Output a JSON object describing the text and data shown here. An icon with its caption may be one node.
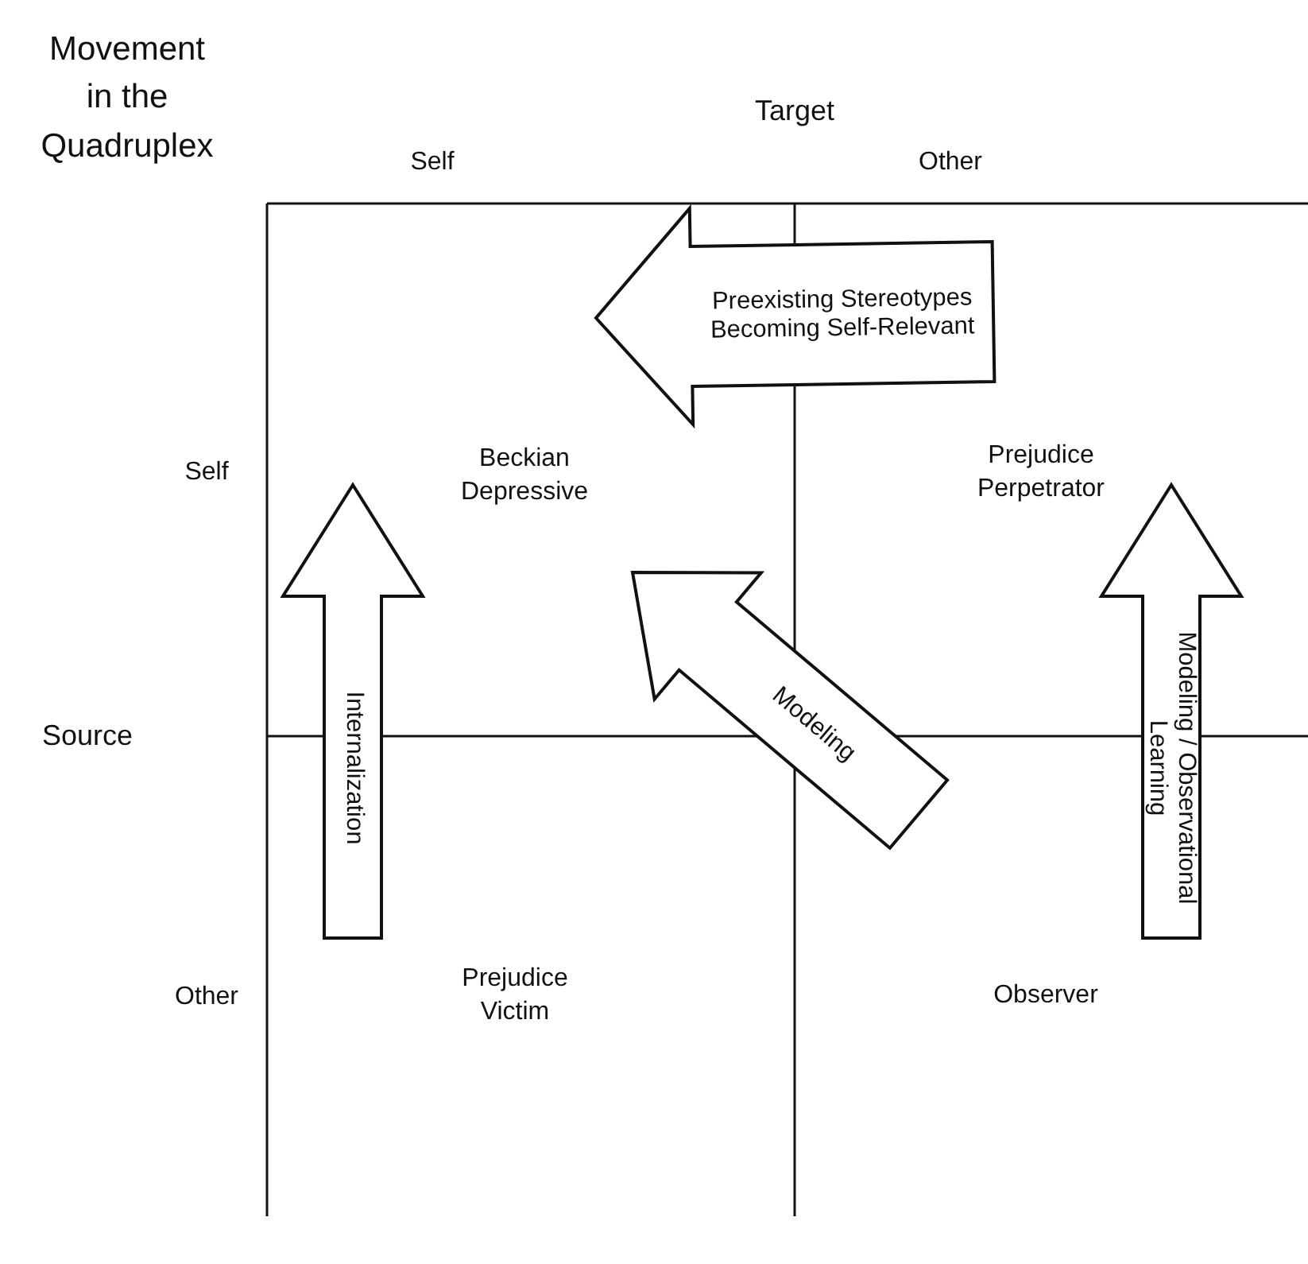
{
  "diagram": {
    "title": "Movement in the Quadruplex",
    "nodes": [
      {
        "text": [
          "Beckian Depressive"
        ]
      },
      {
        "text": [
          "Prejudice Perpetrator"
        ]
      },
      {
        "text": [
          "Prejudice Victim"
        ]
      },
      {
        "text": [
          "Observer"
        ]
      }
    ],
    "edges": [
      {
        "from": 1,
        "to": 0,
        "arrow": "to",
        "style": "thick",
        "label": "Preexisting Stereotypes Becoming Self-Relevant"
      },
      {
        "from": 2,
        "to": 0,
        "arrow": "to",
        "style": "thick",
        "label": "Internalization"
      },
      {
        "from": 3,
        "to": 0,
        "arrow": "to",
        "style": "thick",
        "label": "Modeling"
      },
      {
        "from": 3,
        "to": 1,
        "arrow": "to",
        "style": "thick",
        "label": "Modeling / Observational Learning"
      }
    ],
    "labels": [
      "Target",
      "Self",
      "Other",
      "Self",
      "Source",
      "Other"
    ]
  }
}
